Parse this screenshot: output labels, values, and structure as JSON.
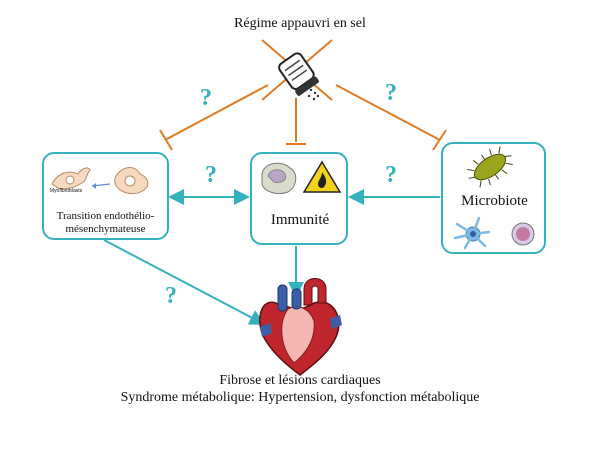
{
  "title": "Régime appauvri en sel",
  "boxes": {
    "left": {
      "label_line1": "Transition endothélio-",
      "label_line2": "mésenchymateuse",
      "small_label": "Myofibroblasts"
    },
    "center": {
      "label": "Immunité"
    },
    "right": {
      "label": "Microbiote"
    }
  },
  "question_marks": [
    "?",
    "?",
    "?",
    "?",
    "?"
  ],
  "caption": {
    "line1": "Fibrose et lésions cardiaques",
    "line2": "Syndrome métabolique: Hypertension, dysfonction métabolique"
  },
  "colors": {
    "teal": "#33b1bd",
    "orange": "#e07b24"
  }
}
